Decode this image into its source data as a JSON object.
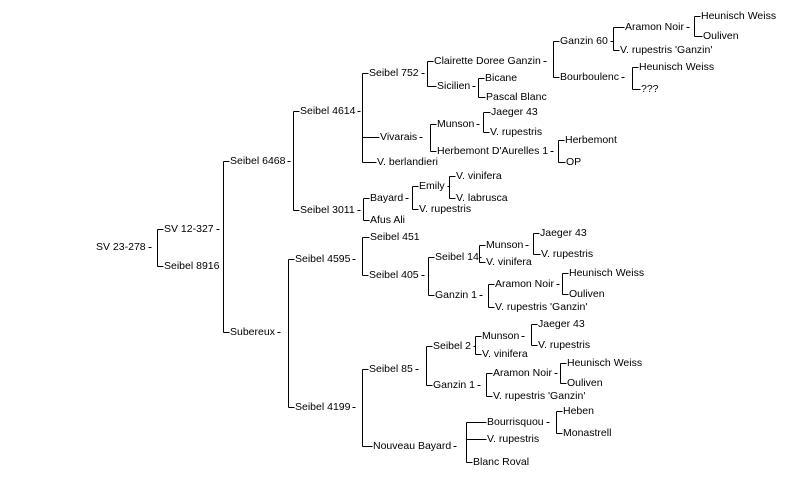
{
  "colors": {
    "background": "#ffffff",
    "line": "#000000",
    "text": "#000000"
  },
  "nodes": [
    {
      "id": "root",
      "label": "SV 23-278",
      "parent": null
    },
    {
      "id": "n1",
      "label": "SV 12-327",
      "parent": "root"
    },
    {
      "id": "n2",
      "label": "Seibel 8916",
      "parent": "root"
    },
    {
      "id": "n3",
      "label": "Seibel 6468",
      "parent": "n1"
    },
    {
      "id": "n4",
      "label": "Subereux",
      "parent": "n1"
    },
    {
      "id": "n5",
      "label": "Seibel 4614",
      "parent": "n3"
    },
    {
      "id": "n6",
      "label": "Seibel 3011",
      "parent": "n3"
    },
    {
      "id": "n7",
      "label": "Seibel 752",
      "parent": "n5"
    },
    {
      "id": "n8",
      "label": "Vivarais",
      "parent": "n5"
    },
    {
      "id": "n9",
      "label": "V. berlandieri",
      "parent": "n5"
    },
    {
      "id": "n10",
      "label": "Clairette Doree Ganzin",
      "parent": "n7"
    },
    {
      "id": "n11",
      "label": "Sicilien",
      "parent": "n7"
    },
    {
      "id": "n12",
      "label": "Ganzin 60",
      "parent": "n10"
    },
    {
      "id": "n13",
      "label": "Bourboulenc",
      "parent": "n10"
    },
    {
      "id": "n14",
      "label": "Aramon Noir",
      "parent": "n12"
    },
    {
      "id": "n15",
      "label": "V. rupestris 'Ganzin'",
      "parent": "n12"
    },
    {
      "id": "n16",
      "label": "Heunisch Weiss",
      "parent": "n14"
    },
    {
      "id": "n17",
      "label": "Ouliven",
      "parent": "n14"
    },
    {
      "id": "n18",
      "label": "Heunisch Weiss",
      "parent": "n13"
    },
    {
      "id": "n19",
      "label": "???",
      "parent": "n13"
    },
    {
      "id": "n20",
      "label": "Bicane",
      "parent": "n11"
    },
    {
      "id": "n21",
      "label": "Pascal Blanc",
      "parent": "n11"
    },
    {
      "id": "n22",
      "label": "Munson",
      "parent": "n8"
    },
    {
      "id": "n23",
      "label": "Herbemont D'Aurelles 1",
      "parent": "n8"
    },
    {
      "id": "n24",
      "label": "Jaeger 43",
      "parent": "n22"
    },
    {
      "id": "n25",
      "label": "V. rupestris",
      "parent": "n22"
    },
    {
      "id": "n26",
      "label": "Herbemont",
      "parent": "n23"
    },
    {
      "id": "n27",
      "label": "OP",
      "parent": "n23"
    },
    {
      "id": "n28",
      "label": "Bayard",
      "parent": "n6"
    },
    {
      "id": "n29",
      "label": "Afus Ali",
      "parent": "n6"
    },
    {
      "id": "n30",
      "label": "Emily",
      "parent": "n28"
    },
    {
      "id": "n31",
      "label": "V. rupestris",
      "parent": "n28"
    },
    {
      "id": "n32",
      "label": "V. vinifera",
      "parent": "n30"
    },
    {
      "id": "n33",
      "label": "V. labrusca",
      "parent": "n30"
    },
    {
      "id": "n34",
      "label": "Seibel 4595",
      "parent": "n4"
    },
    {
      "id": "n35",
      "label": "Seibel 4199",
      "parent": "n4"
    },
    {
      "id": "n36",
      "label": "Seibel 451",
      "parent": "n34"
    },
    {
      "id": "n37",
      "label": "Seibel 405",
      "parent": "n34"
    },
    {
      "id": "n38",
      "label": "Seibel 14",
      "parent": "n37"
    },
    {
      "id": "n39",
      "label": "Ganzin 1",
      "parent": "n37"
    },
    {
      "id": "n40",
      "label": "Munson",
      "parent": "n38"
    },
    {
      "id": "n41",
      "label": "V. vinifera",
      "parent": "n38"
    },
    {
      "id": "n42",
      "label": "Jaeger 43",
      "parent": "n40"
    },
    {
      "id": "n43",
      "label": "V. rupestris",
      "parent": "n40"
    },
    {
      "id": "n44",
      "label": "Aramon Noir",
      "parent": "n39"
    },
    {
      "id": "n45",
      "label": "V. rupestris 'Ganzin'",
      "parent": "n39"
    },
    {
      "id": "n46",
      "label": "Heunisch Weiss",
      "parent": "n44"
    },
    {
      "id": "n47",
      "label": "Ouliven",
      "parent": "n44"
    },
    {
      "id": "n48",
      "label": "Seibel 85",
      "parent": "n35"
    },
    {
      "id": "n49",
      "label": "Nouveau Bayard",
      "parent": "n35"
    },
    {
      "id": "n50",
      "label": "Seibel 2",
      "parent": "n48"
    },
    {
      "id": "n51",
      "label": "Ganzin 1",
      "parent": "n48"
    },
    {
      "id": "n52",
      "label": "Munson",
      "parent": "n50"
    },
    {
      "id": "n53",
      "label": "V. vinifera",
      "parent": "n50"
    },
    {
      "id": "n54",
      "label": "Jaeger 43",
      "parent": "n52"
    },
    {
      "id": "n55",
      "label": "V. rupestris",
      "parent": "n52"
    },
    {
      "id": "n56",
      "label": "Aramon Noir",
      "parent": "n51"
    },
    {
      "id": "n57",
      "label": "V. rupestris 'Ganzin'",
      "parent": "n51"
    },
    {
      "id": "n58",
      "label": "Heunisch Weiss",
      "parent": "n56"
    },
    {
      "id": "n59",
      "label": "Ouliven",
      "parent": "n56"
    },
    {
      "id": "n60",
      "label": "Bourrisquou",
      "parent": "n49"
    },
    {
      "id": "n61",
      "label": "V. rupestris",
      "parent": "n49"
    },
    {
      "id": "n62",
      "label": "Blanc Roval",
      "parent": "n49"
    },
    {
      "id": "n63",
      "label": "Heben",
      "parent": "n60"
    },
    {
      "id": "n64",
      "label": "Monastrell",
      "parent": "n60"
    }
  ]
}
